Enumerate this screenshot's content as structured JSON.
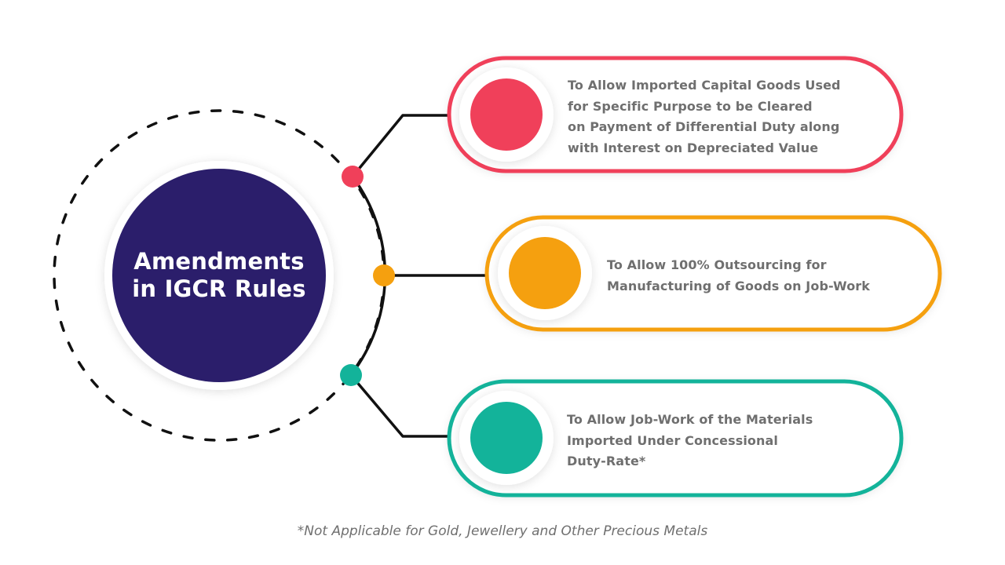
{
  "center": {
    "title_lines": [
      "Amendments",
      "in IGCR Rules"
    ],
    "fill_color": "#2b1e6b"
  },
  "items": [
    {
      "color": "#f0405a",
      "lines": [
        "To Allow Imported Capital Goods Used",
        "for Specific Purpose to be Cleared",
        "on Payment of Differential Duty along",
        "with Interest on Depreciated Value"
      ]
    },
    {
      "color": "#f5a00f",
      "lines": [
        "To Allow 100% Outsourcing for",
        "Manufacturing of Goods on Job-Work"
      ]
    },
    {
      "color": "#13b39a",
      "lines": [
        "To Allow Job-Work of the Materials",
        "Imported Under Concessional",
        "Duty-Rate*"
      ]
    }
  ],
  "footnote": "*Not Applicable for Gold, Jewellery and Other Precious Metals"
}
